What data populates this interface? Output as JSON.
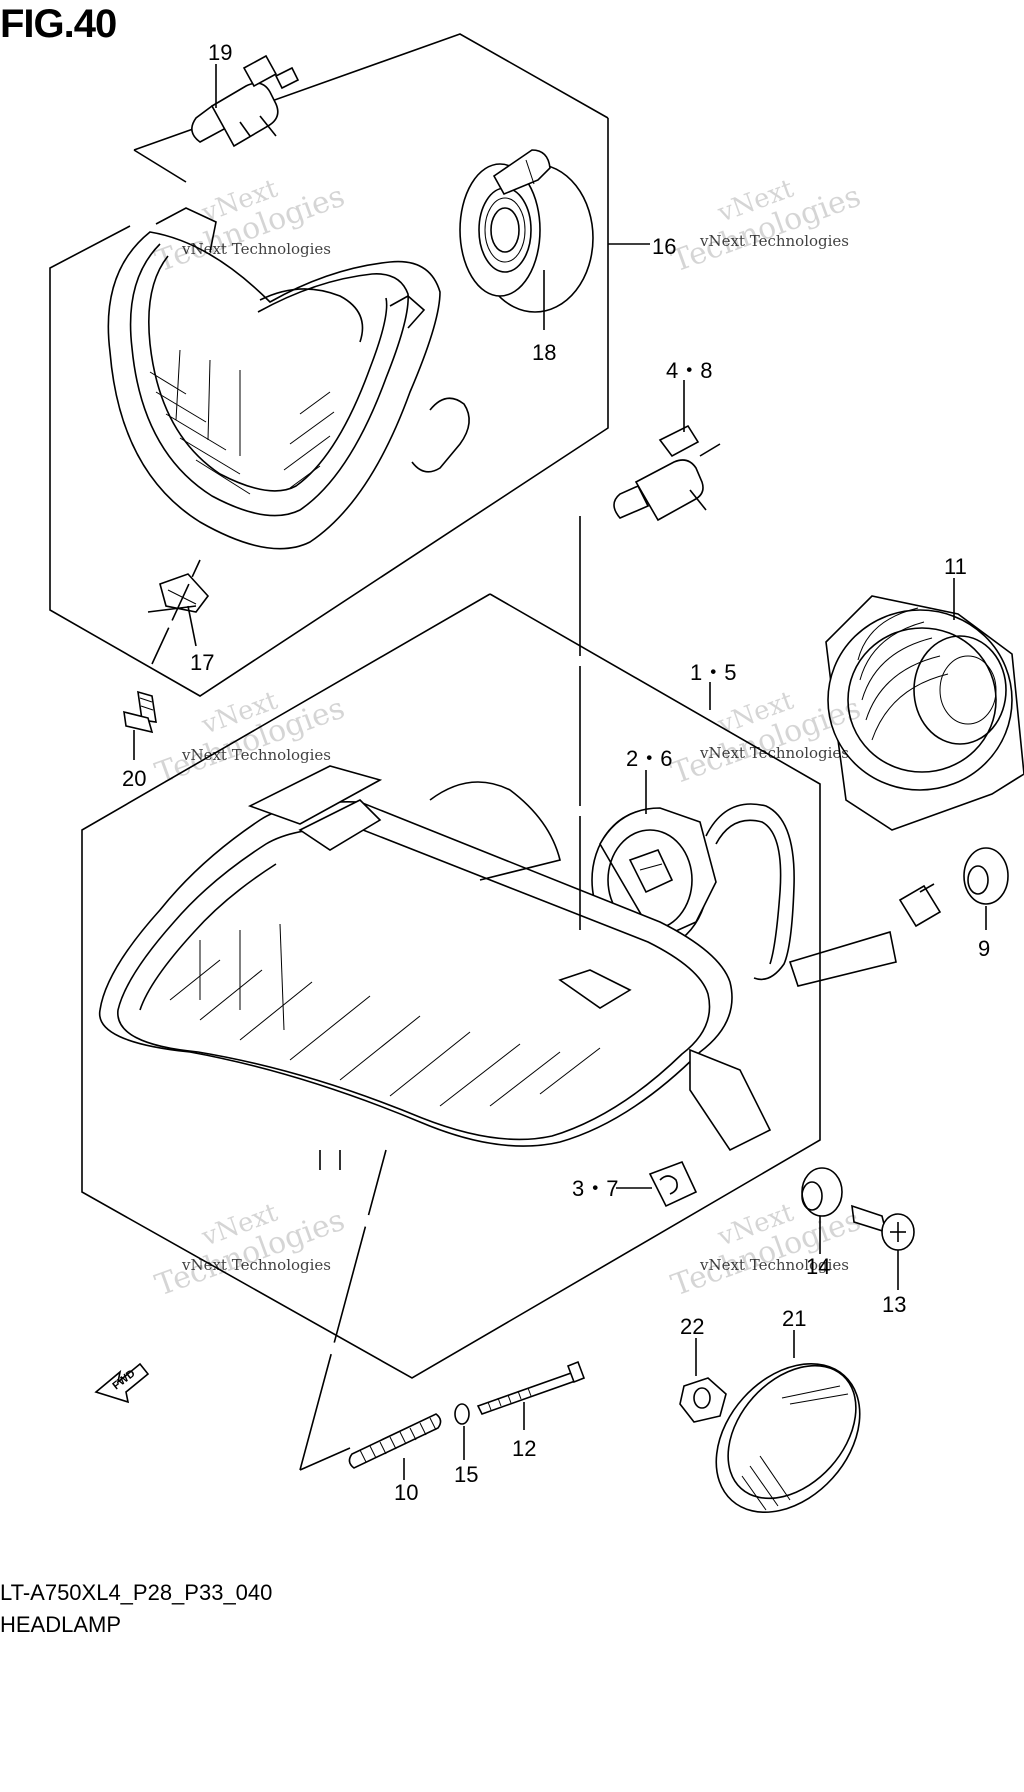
{
  "figure": {
    "title": "FIG.40",
    "model_code": "LT-A750XL4_P28_P33_040",
    "section_name": "HEADLAMP"
  },
  "watermark": {
    "line1": "vNext",
    "line2": "Technologies",
    "small": "vNext Technologies"
  },
  "direction_arrow": {
    "label": "FWD"
  },
  "callouts": {
    "c19": "19",
    "c16": "16",
    "c18": "18",
    "c48": "4・8",
    "c11": "11",
    "c17": "17",
    "c15a": "1・5",
    "c20": "20",
    "c26": "2・6",
    "c9": "9",
    "c37": "3・7",
    "c14": "14",
    "c13": "13",
    "c22": "22",
    "c21": "21",
    "c10": "10",
    "c15": "15",
    "c12": "12"
  }
}
